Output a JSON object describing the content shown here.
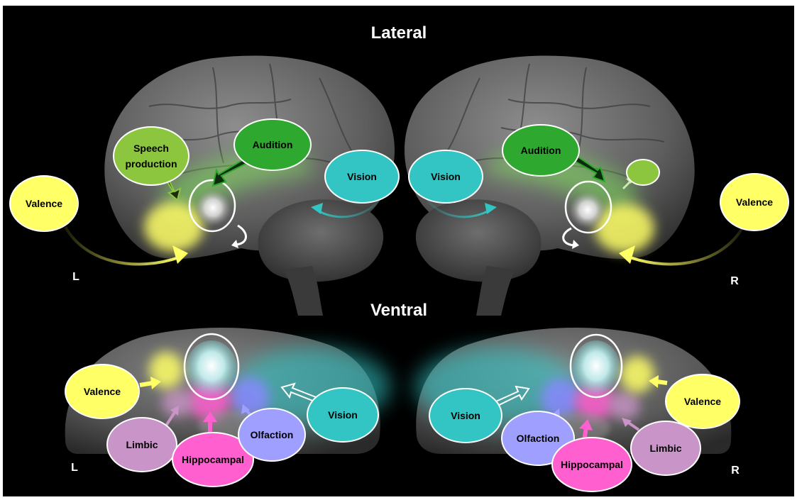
{
  "headings": {
    "lateral": "Lateral",
    "ventral": "Ventral"
  },
  "sides": {
    "left": "L",
    "right": "R"
  },
  "lateral_left": {
    "valence": "Valence",
    "speech_line1": "Speech",
    "speech_line2": "production",
    "audition": "Audition",
    "vision": "Vision"
  },
  "lateral_right": {
    "vision": "Vision",
    "audition": "Audition",
    "valence": "Valence"
  },
  "ventral_left": {
    "valence": "Valence",
    "limbic": "Limbic",
    "hippocampal": "Hippocampal",
    "olfaction": "Olfaction",
    "vision": "Vision"
  },
  "ventral_right": {
    "vision": "Vision",
    "olfaction": "Olfaction",
    "hippocampal": "Hippocampal",
    "limbic": "Limbic",
    "valence": "Valence"
  },
  "colors": {
    "background": "#000000",
    "valence": "#ffff66",
    "speech": "#8cc63f",
    "audition": "#2ea82e",
    "vision": "#33c4c4",
    "limbic": "#c994c7",
    "hippocampal": "#ff5fcf",
    "olfaction": "#9f9fff"
  }
}
